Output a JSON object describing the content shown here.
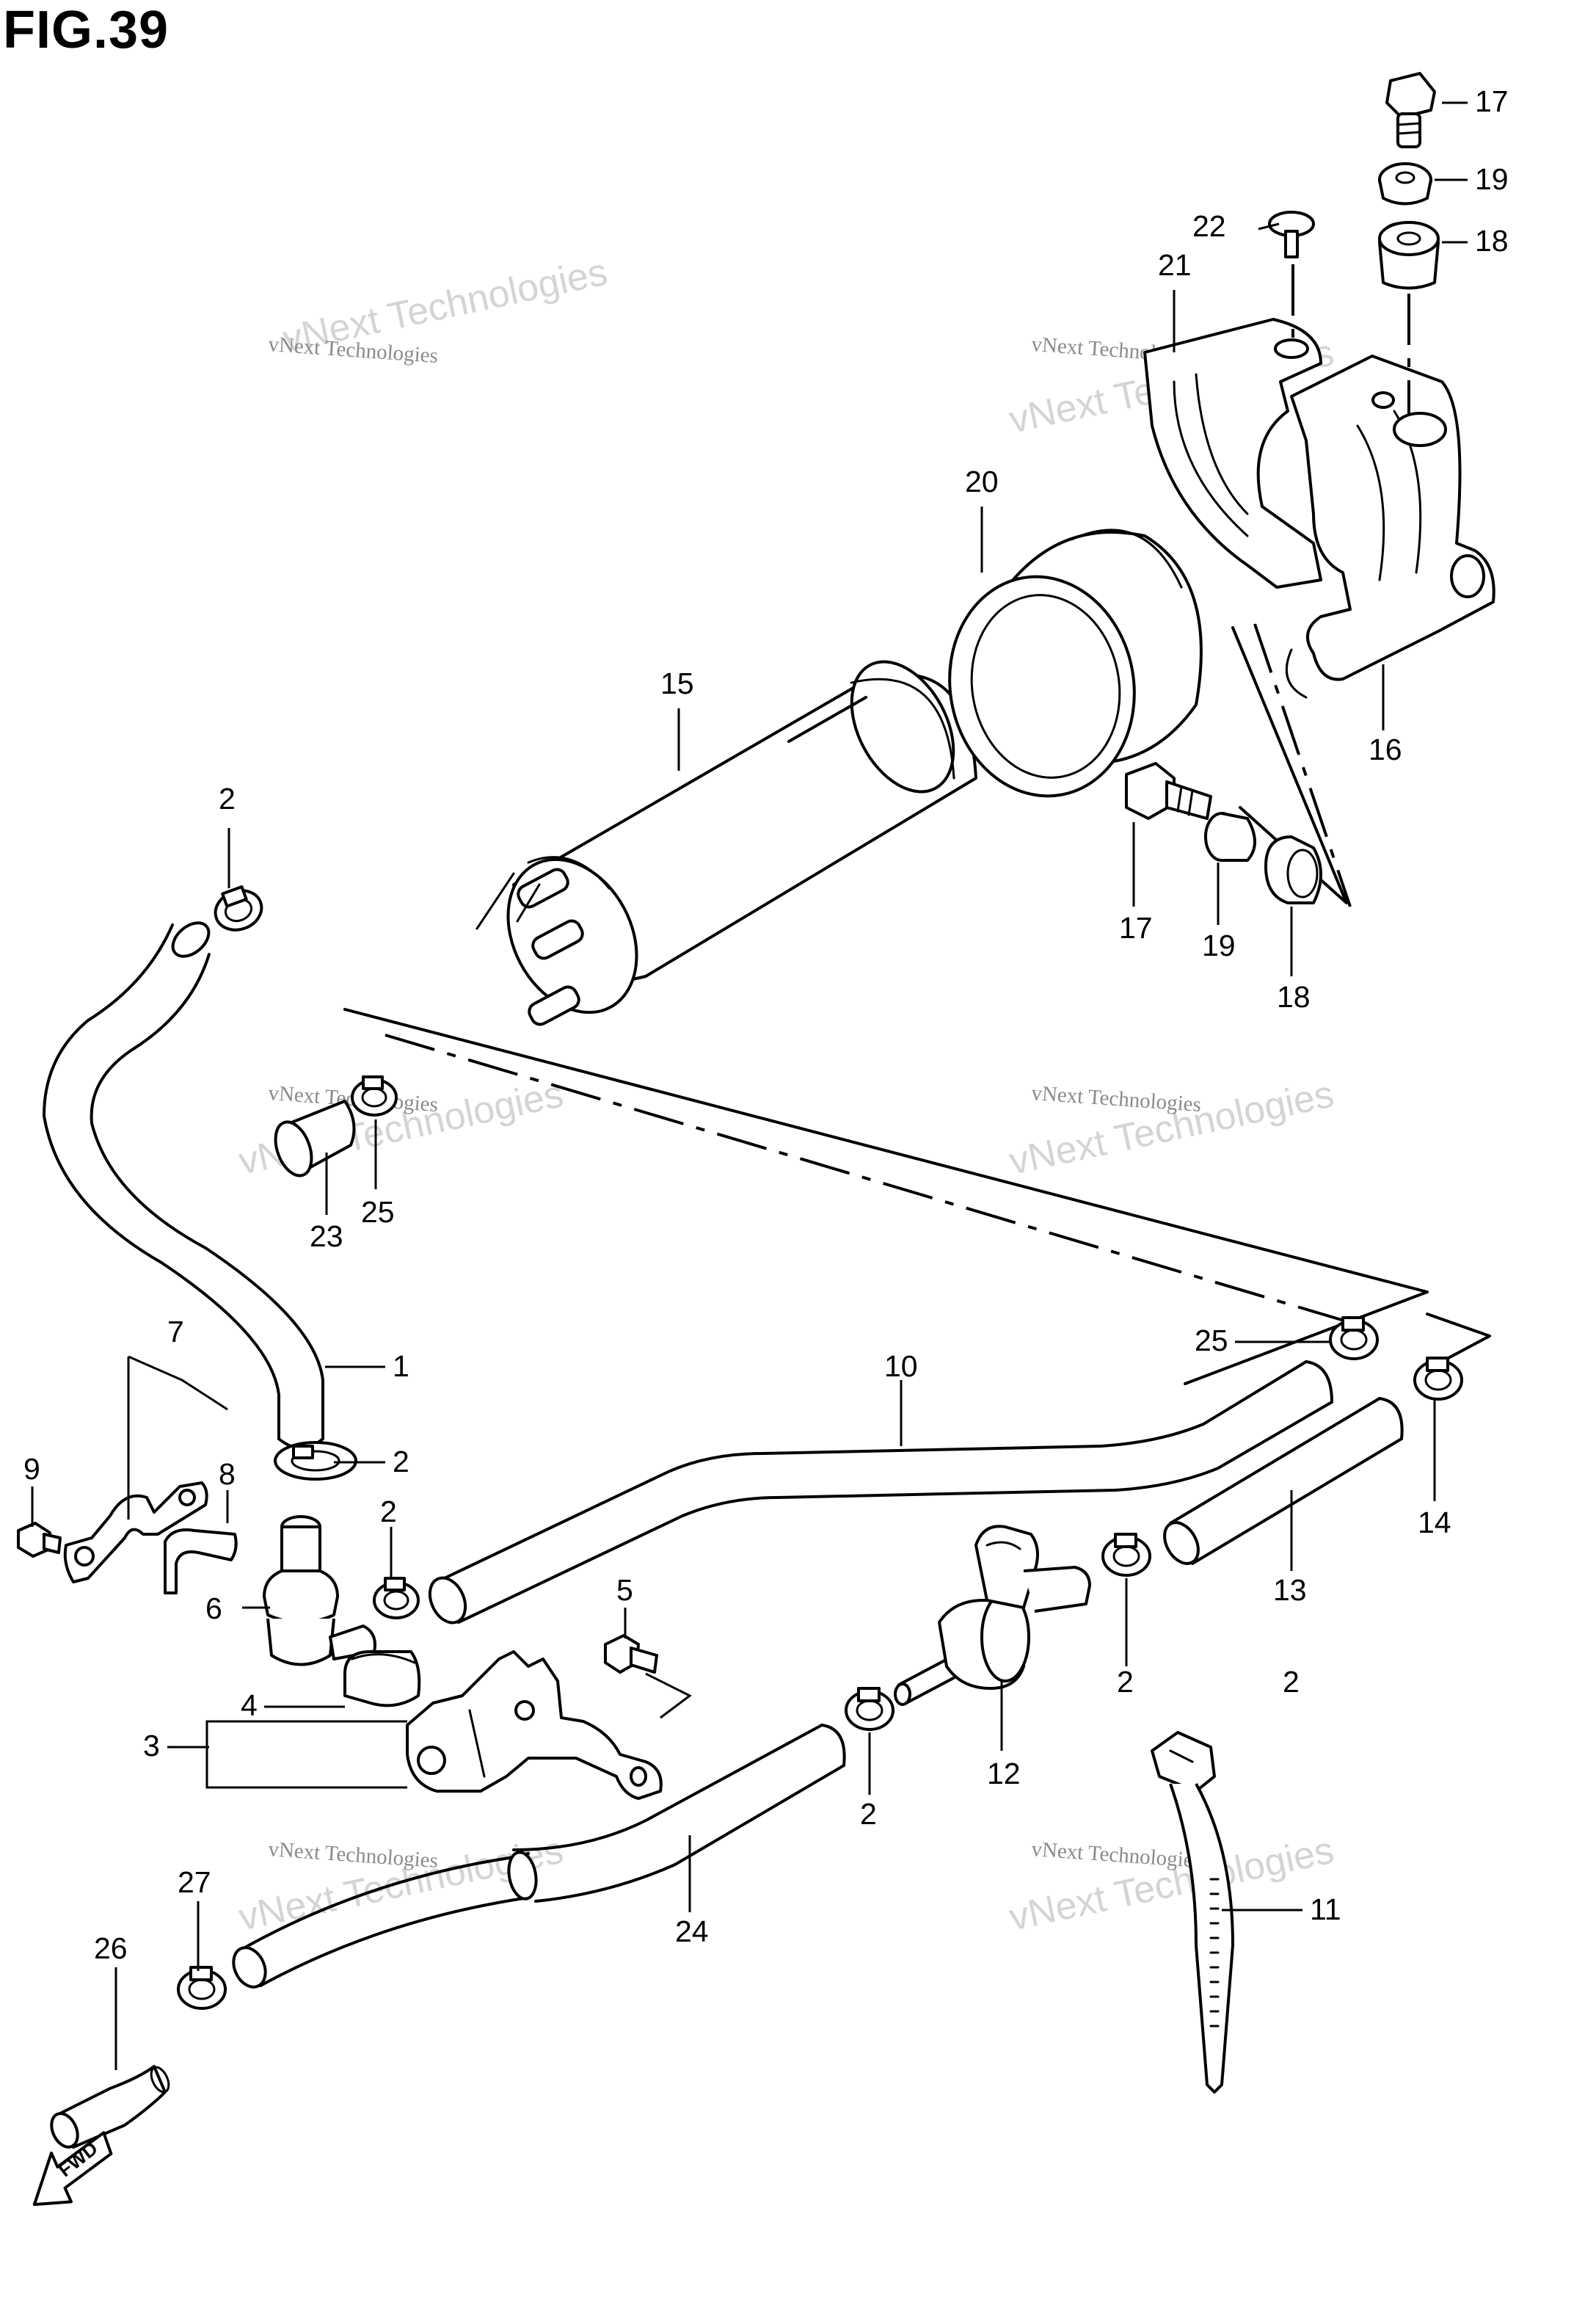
{
  "figure": {
    "title": "FIG.39"
  },
  "watermark": {
    "line1": "vNext Technologies",
    "line2": "vNext Technologies"
  },
  "callouts": [
    "1",
    "2",
    "3",
    "4",
    "5",
    "6",
    "7",
    "8",
    "9",
    "10",
    "11",
    "12",
    "13",
    "14",
    "15",
    "16",
    "17",
    "18",
    "19",
    "20",
    "21",
    "22",
    "23",
    "24",
    "25",
    "26",
    "27"
  ],
  "fwd_label": "FWD"
}
